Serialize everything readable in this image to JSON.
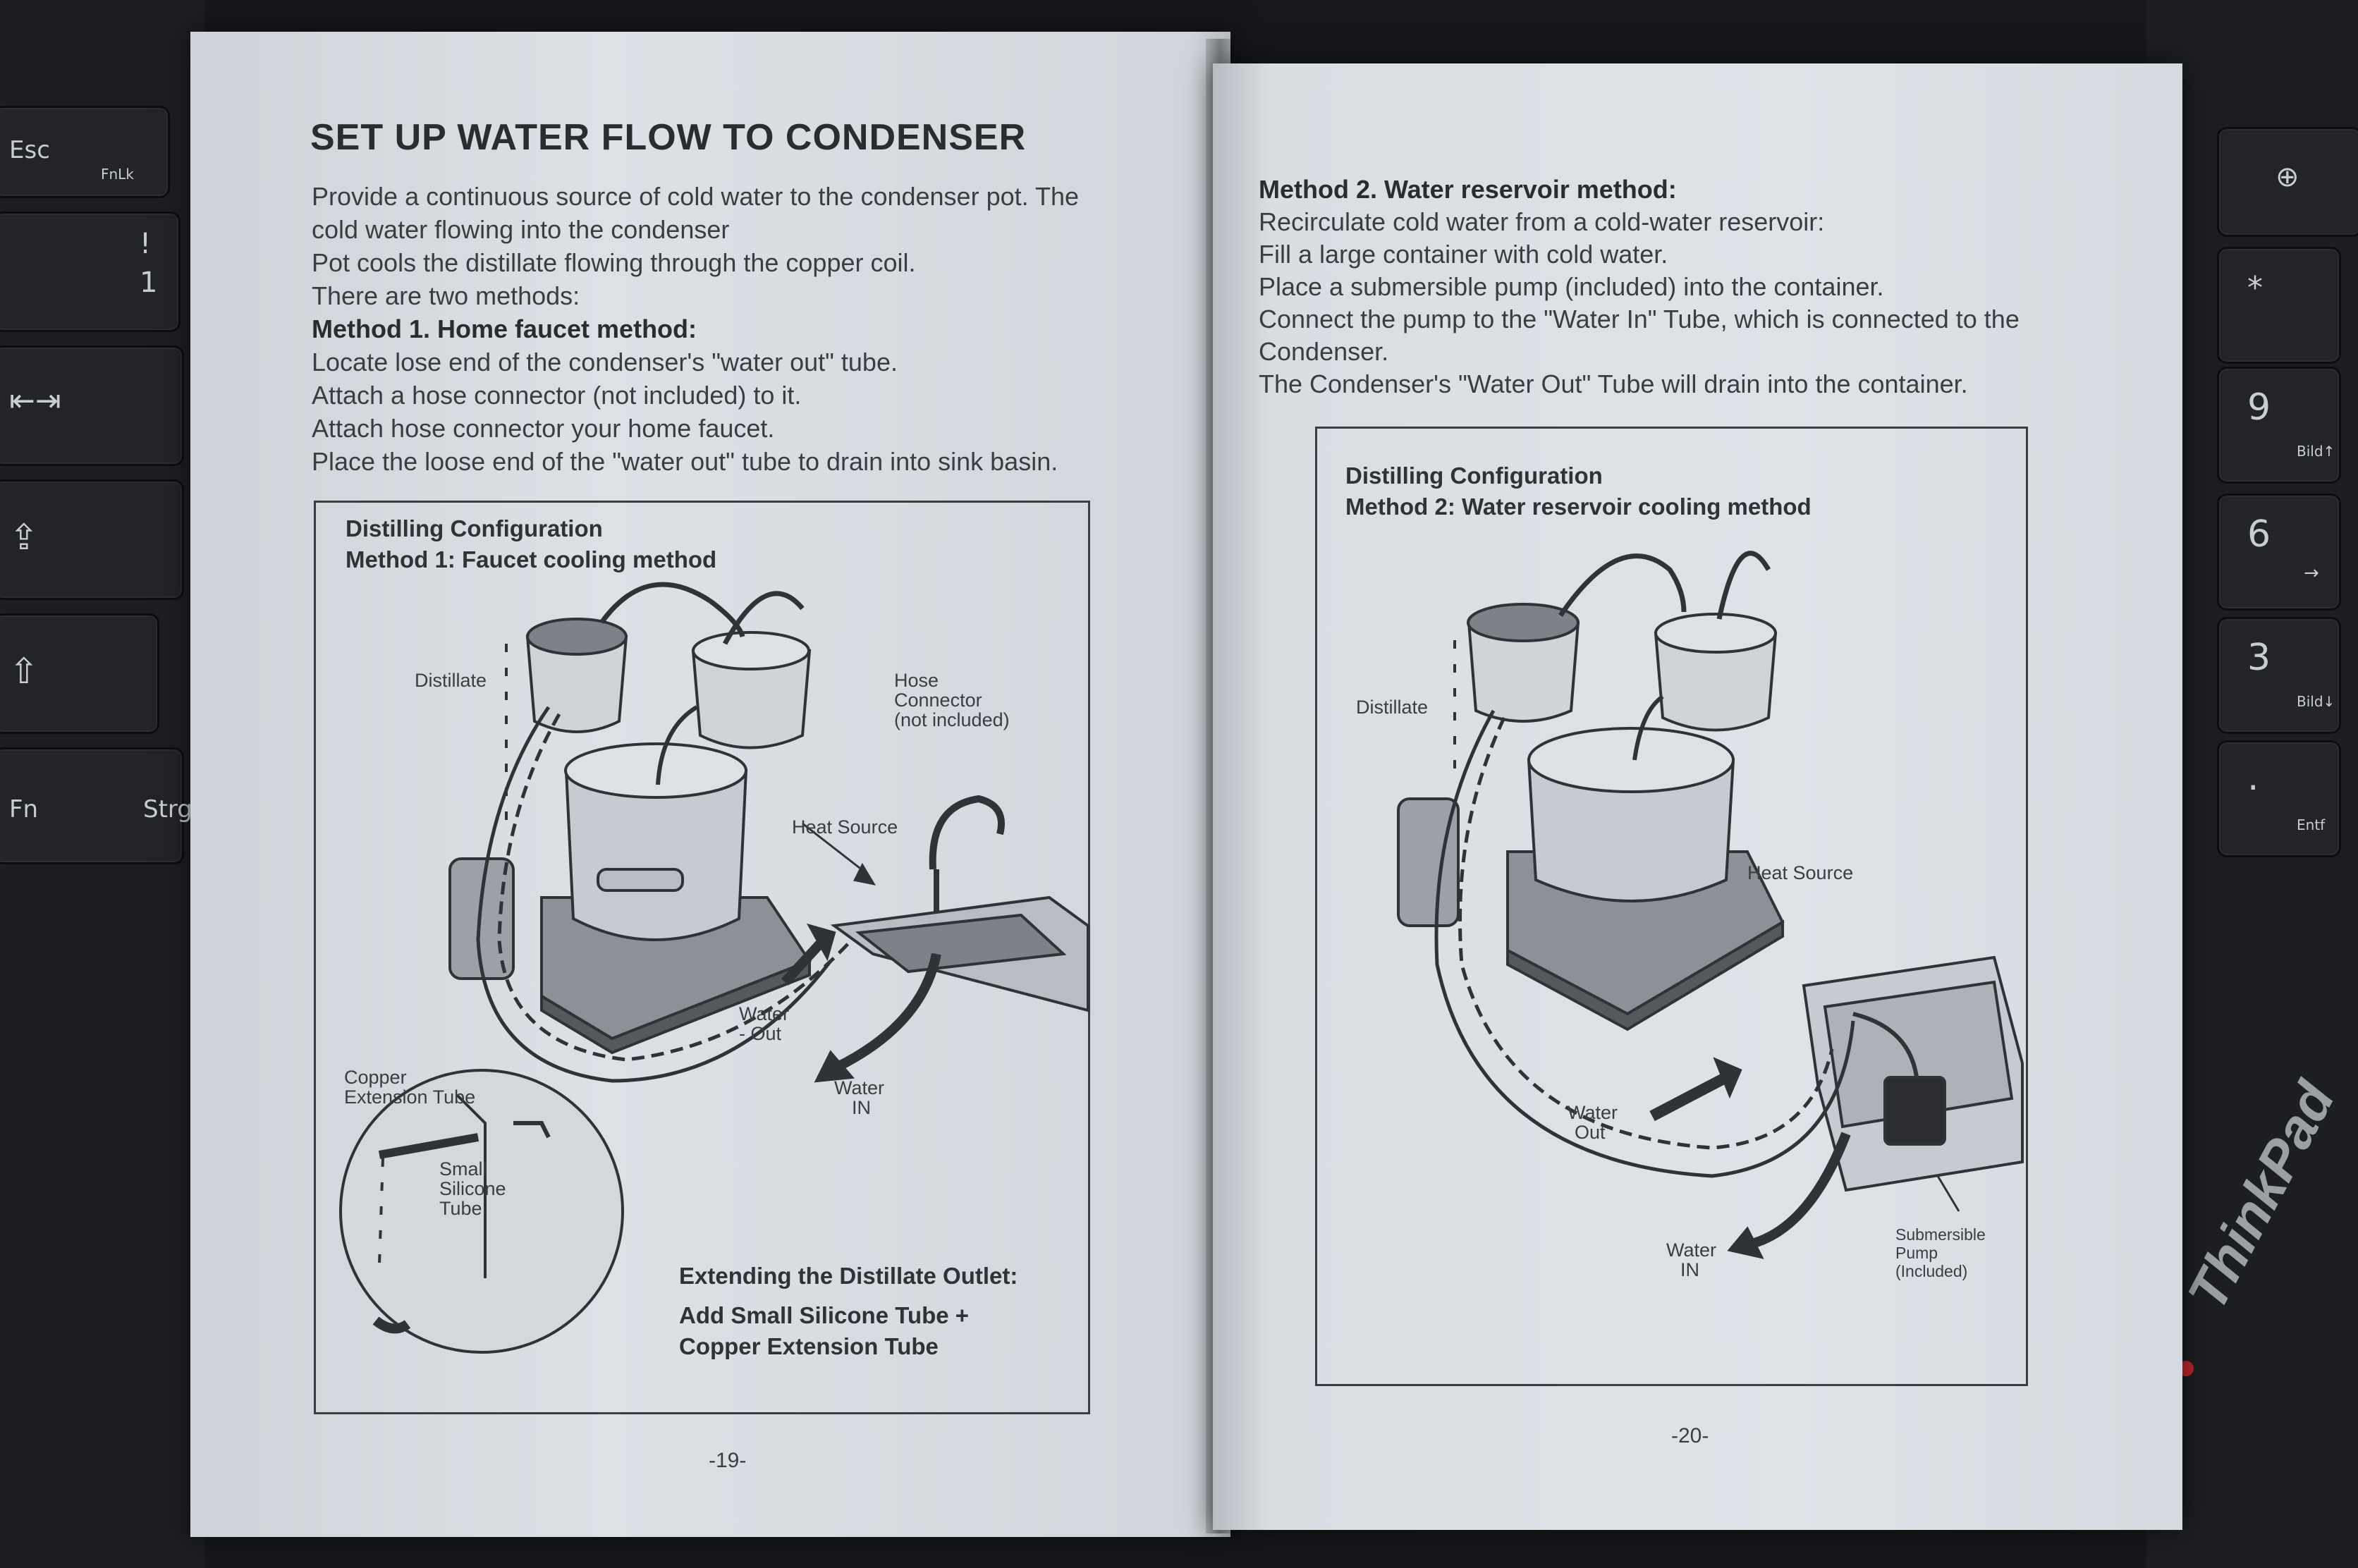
{
  "keyboard": {
    "left_keys": [
      {
        "label": "Esc",
        "sub": "FnLk"
      },
      {
        "label": "!",
        "sub": "1"
      },
      {
        "label": "⇤⇥",
        "sub": ""
      },
      {
        "label": "⇪",
        "sub": ""
      },
      {
        "label": "⇧",
        "sub": ""
      },
      {
        "label": "Fn",
        "sub": "Strg"
      }
    ],
    "right_keys": [
      {
        "label": "⊕",
        "sub": ""
      },
      {
        "label": "*",
        "sub": ""
      },
      {
        "label": "9",
        "sub": "Bild↑"
      },
      {
        "label": "6",
        "sub": "→"
      },
      {
        "label": "3",
        "sub": "Bild↓"
      },
      {
        "label": ".",
        "sub": "Entf"
      }
    ],
    "brand": "ThinkPad"
  },
  "left_page": {
    "title": "SET UP WATER FLOW TO  CONDENSER",
    "lines": [
      "Provide a continuous source of cold water to the condenser pot. The",
      "cold water flowing into the condenser",
      "Pot cools the distillate flowing through the copper coil.",
      "There are two methods:"
    ],
    "method_heading": "Method 1. Home faucet method:",
    "method_lines": [
      "Locate lose end of the condenser's \"water out\" tube.",
      "Attach a hose connector (not included) to it.",
      "Attach hose connector your home faucet.",
      "Place the loose end of the \"water out\" tube to drain into sink basin."
    ],
    "figure": {
      "title1": "Distilling Configuration",
      "title2": "Method 1: Faucet cooling method",
      "labels": {
        "distillate": "Distillate",
        "hose1": "Hose",
        "hose2": "Connector",
        "hose3": "(not included)",
        "heat": "Heat Source",
        "wout1": "Water",
        "wout2": "- Out",
        "win1": "Water",
        "win2": "IN",
        "copper1": "Copper",
        "copper2": "Extension Tube",
        "small1": "Small",
        "small2": "Silicone",
        "small3": "Tube"
      },
      "extend_heading": "Extending the Distillate Outlet:",
      "extend_line1": "Add Small Silicone Tube +",
      "extend_line2": "Copper Extension Tube"
    },
    "page_number": "-19-"
  },
  "right_page": {
    "method_heading": "Method 2. Water reservoir method:",
    "lines": [
      "Recirculate cold water from a cold-water reservoir:",
      "Fill a large container with cold water.",
      "Place a submersible pump (included) into the container.",
      "Connect the pump to the \"Water In\" Tube, which is connected to the",
      "Condenser.",
      "The Condenser's \"Water Out\" Tube will drain into the container."
    ],
    "figure": {
      "title1": "Distilling Configuration",
      "title2": "Method 2: Water reservoir cooling method",
      "labels": {
        "distillate": "Distillate",
        "heat": "Heat Source",
        "wout1": "Water",
        "wout2": "Out",
        "win1": "Water",
        "win2": "IN",
        "pump1": "Submersible",
        "pump2": "Pump",
        "pump3": "(Included)"
      }
    },
    "page_number": "-20-"
  }
}
